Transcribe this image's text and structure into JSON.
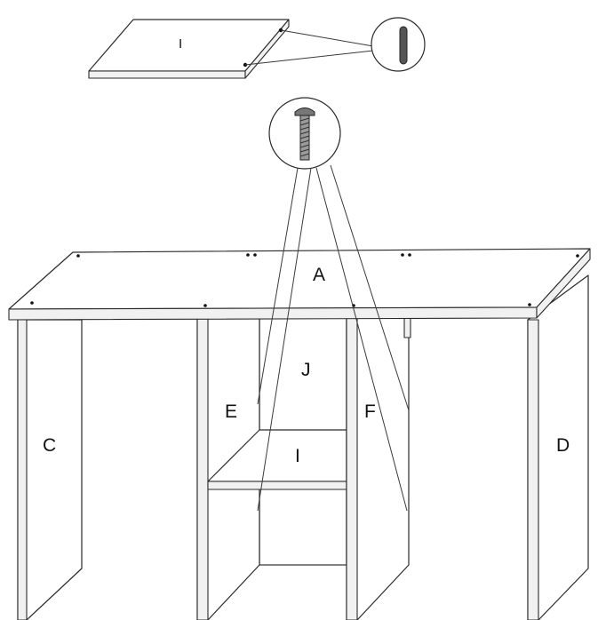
{
  "diagram": {
    "colors": {
      "line": "#2a2a2a",
      "fill": "#ffffff",
      "shade": "#f1f1f1",
      "hardware": "#555555"
    },
    "icons": [
      "screw-icon",
      "dowel-pin-icon"
    ],
    "labels": {
      "top_panel": "A",
      "left_side": "C",
      "right_side": "D",
      "left_divider": "E",
      "right_divider": "F",
      "back_panel": "J",
      "shelf": "I",
      "shelf_detail": "I"
    }
  }
}
